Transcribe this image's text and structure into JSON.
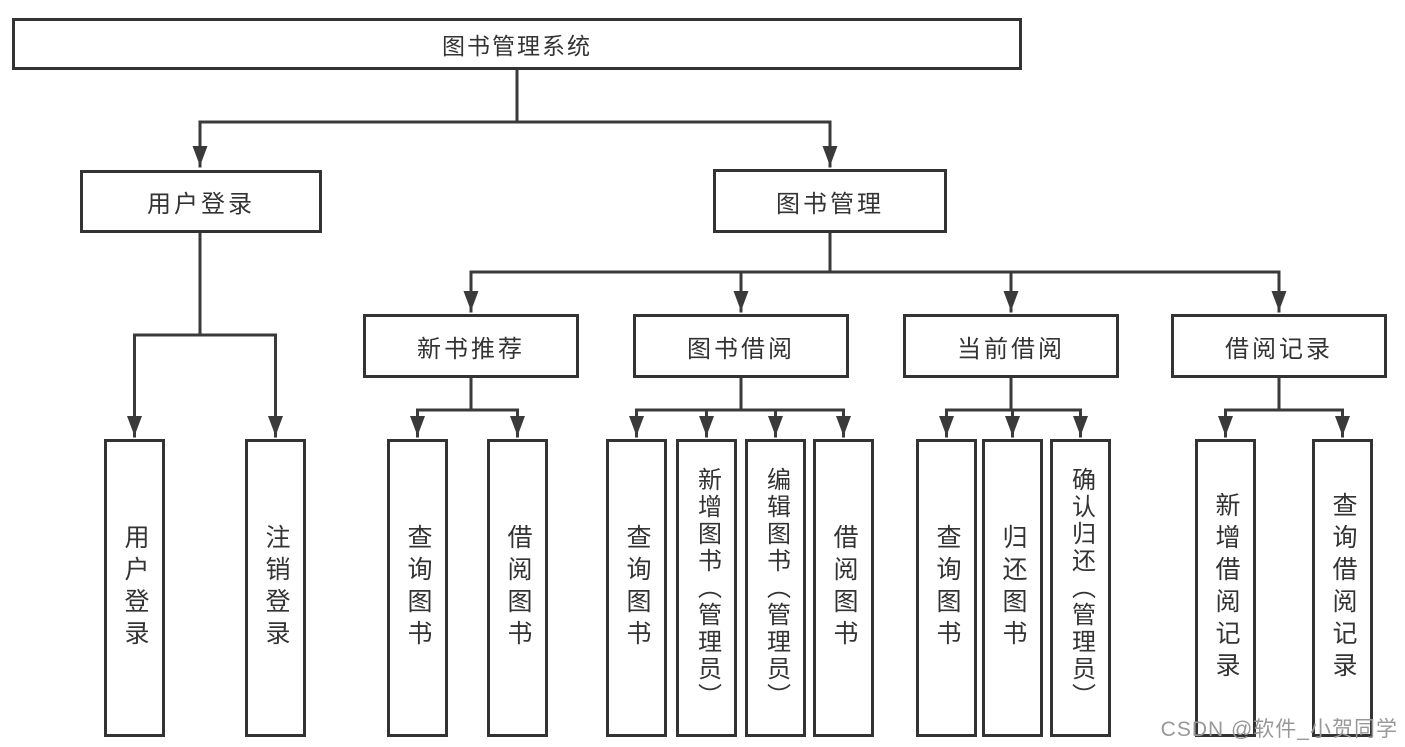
{
  "diagram": {
    "type": "hierarchy-tree",
    "root": {
      "label": "图书管理系统"
    },
    "level2": [
      {
        "id": "user-login",
        "label": "用户登录"
      },
      {
        "id": "book-management",
        "label": "图书管理"
      }
    ],
    "level3": [
      {
        "id": "new-book-recommend",
        "label": "新书推荐",
        "parent": "图书管理"
      },
      {
        "id": "book-borrow",
        "label": "图书借阅",
        "parent": "图书管理"
      },
      {
        "id": "current-borrow",
        "label": "当前借阅",
        "parent": "图书管理"
      },
      {
        "id": "borrow-record",
        "label": "借阅记录",
        "parent": "图书管理"
      }
    ],
    "leaves": [
      {
        "label": "用户登录",
        "parent": "用户登录"
      },
      {
        "label": "注销登录",
        "parent": "用户登录"
      },
      {
        "label": "查询图书",
        "parent": "新书推荐"
      },
      {
        "label": "借阅图书",
        "parent": "新书推荐"
      },
      {
        "label": "查询图书",
        "parent": "图书借阅"
      },
      {
        "label": "新增图书（管理员）",
        "parent": "图书借阅"
      },
      {
        "label": "编辑图书（管理员）",
        "parent": "图书借阅"
      },
      {
        "label": "借阅图书",
        "parent": "图书借阅"
      },
      {
        "label": "查询图书",
        "parent": "当前借阅"
      },
      {
        "label": "归还图书",
        "parent": "当前借阅"
      },
      {
        "label": "确认归还（管理员）",
        "parent": "当前借阅"
      },
      {
        "label": "新增借阅记录",
        "parent": "借阅记录"
      },
      {
        "label": "查询借阅记录",
        "parent": "借阅记录"
      }
    ]
  },
  "colors": {
    "line": "#3a3a3a",
    "box_border": "#333333",
    "text": "#333333",
    "watermark": "#989898",
    "background": "#ffffff"
  },
  "watermark": {
    "text": "CSDN @软件_小贺同学"
  }
}
